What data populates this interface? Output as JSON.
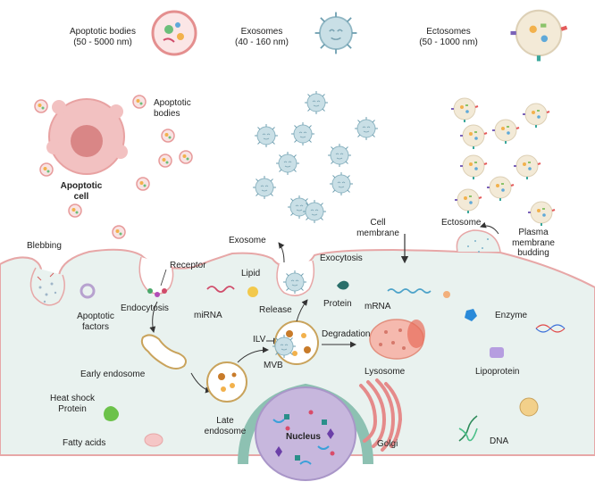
{
  "legend": {
    "apoptotic_bodies": "Apoptotic bodies",
    "apoptotic_bodies_size": "(50 - 5000 nm)",
    "exosomes": "Exosomes",
    "exosomes_size": "(40 - 160 nm)",
    "ectosomes": "Ectosomes",
    "ectosomes_size": "(50 - 1000 nm)"
  },
  "labels": {
    "apoptotic_bodies": "Apoptotic bodies",
    "apoptotic_cell": "Apoptotic cell",
    "cell_membrane": "Cell membrane",
    "ectosome": "Ectosome",
    "plasma_membrane_budding": "Plasma membrane budding",
    "blebbing": "Blebbing",
    "exosome": "Exosome",
    "receptor": "Receptor",
    "lipid": "Lipid",
    "exocytosis": "Exocytosis",
    "apoptotic_factors": "Apoptotic factors",
    "endocytosis": "Endocytosis",
    "mirna": "miRNA",
    "release": "Release",
    "protein": "Protein",
    "mrna": "mRNA",
    "enzyme": "Enzyme",
    "ilv": "ILV",
    "degradation": "Degradation",
    "mvb": "MVB",
    "early_endosome": "Early  endosome",
    "lysosome": "Lysosome",
    "lipoprotein": "Lipoprotein",
    "heat_shock_protein": "Heat shock Protein",
    "late_endosome": "Late endosome",
    "nucleus": "Nucleus",
    "golgi": "Golgi",
    "dna": "DNA",
    "fatty_acids": "Fatty acids"
  },
  "colors": {
    "cytoplasm": "#e9f2ef",
    "membrane": "#e7a7a7",
    "apoptotic": "#f2c1c1",
    "exosome": "#c9dfe6",
    "ectosome": "#f3ead7",
    "nucleus": "#c7b7dd",
    "golgi": "#e58a8a",
    "lysosome": "#f5b9ae",
    "arrow": "#333333"
  }
}
